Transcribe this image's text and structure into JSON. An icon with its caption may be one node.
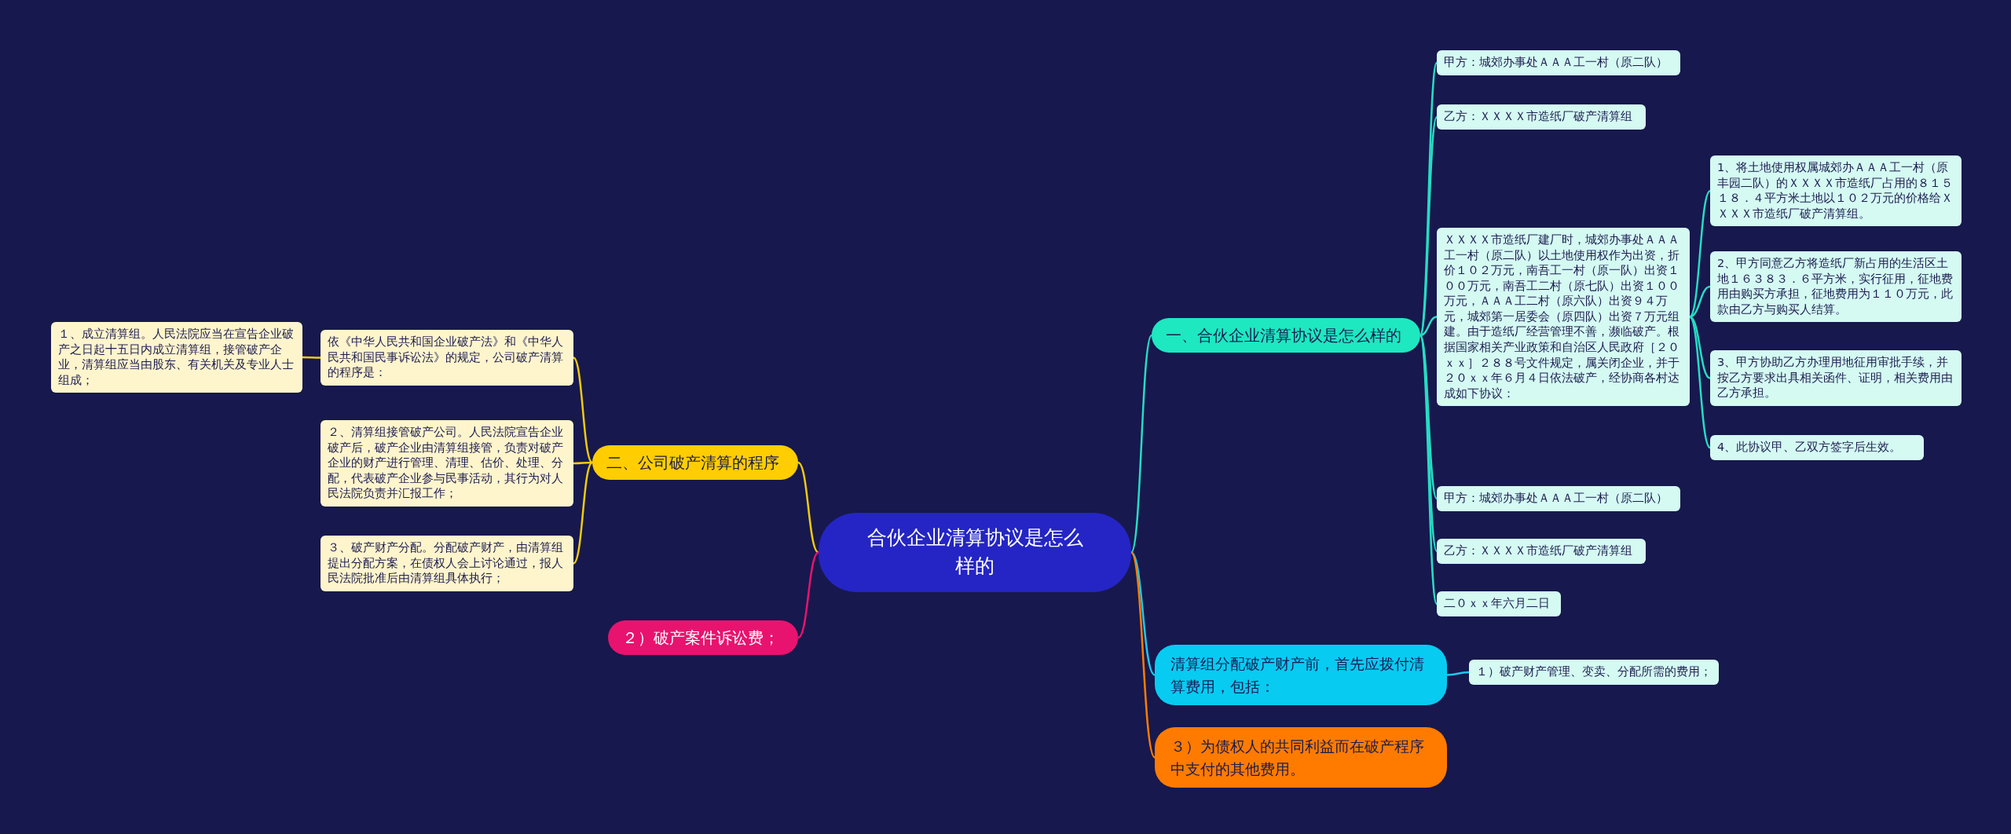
{
  "diagram": {
    "nodes": [
      {
        "text": [
          "合伙企业清算协议是怎么样的"
        ]
      },
      {
        "text": [
          "一、合伙企业清算协议是怎么样的"
        ]
      },
      {
        "text": [
          "甲方：城郊办事处ＡＡＡ工一村（原二队）"
        ]
      },
      {
        "text": [
          "乙方：ＸＸＸＸ市造纸厂破产清算组"
        ]
      },
      {
        "text": [
          "ＸＸＸＸ市造纸厂建厂时，城郊办事处ＡＡＡ工一村（原二队）以土地使用权作为出资，折价１０２万元，南吾工一村（原一队）出资１００万元，南吾工二村（原七队）出资１００万元，ＡＡＡ工二村（原六队）出资９４万元，城郊第一居委会（原四队）出资７万元组建。由于造纸厂经营管理不善，濒临破产。根据国家相关产业政策和自治区人民政府［２０ｘｘ］２８８号文件规定，属关闭企业，并于２０ｘｘ年６月４日依法破产，经协商各村达成如下协议："
        ]
      },
      {
        "text": [
          "1、将土地使用权属城郊办ＡＡＡ工一村（原丰园二队）的ＸＸＸＸ市造纸厂占用的８１５１８．４平方米土地以１０２万元的价格给ＸＸＸＸ市造纸厂破产清算组。"
        ]
      },
      {
        "text": [
          "2、甲方同意乙方将造纸厂新占用的生活区土地１６３８３．６平方米，实行征用，征地费用由购买方承担，征地费用为１１０万元，此款由乙方与购买人结算。"
        ]
      },
      {
        "text": [
          "3、甲方协助乙方办理用地征用审批手续，并按乙方要求出具相关函件、证明，相关费用由乙方承担。"
        ]
      },
      {
        "text": [
          "4、此协议甲、乙双方签字后生效。"
        ]
      },
      {
        "text": [
          "甲方：城郊办事处ＡＡＡ工一村（原二队）"
        ]
      },
      {
        "text": [
          "乙方：ＸＸＸＸ市造纸厂破产清算组"
        ]
      },
      {
        "text": [
          "二０ｘｘ年六月二日"
        ]
      },
      {
        "text": [
          "清算组分配破产财产前，首先应拨付清算费用，包括："
        ]
      },
      {
        "text": [
          "１）破产财产管理、变卖、分配所需的费用；"
        ]
      },
      {
        "text": [
          "３）为债权人的共同利益而在破产程序中支付的其他费用。"
        ]
      },
      {
        "text": [
          "二、公司破产清算的程序"
        ]
      },
      {
        "text": [
          "依《中华人民共和国企业破产法》和《中华人民共和国民事诉讼法》的规定，公司破产清算的程序是："
        ]
      },
      {
        "text": [
          "１、成立清算组。人民法院应当在宣告企业破产之日起十五日内成立清算组，接管破产企业，清算组应当由股东、有关机关及专业人士组成；"
        ]
      },
      {
        "text": [
          "２、清算组接管破产公司。人民法院宣告企业破产后，破产企业由清算组接管，负责对破产企业的财产进行管理、清理、估价、处理、分配，代表破产企业参与民事活动，其行为对人民法院负责并汇报工作；"
        ]
      },
      {
        "text": [
          "３、破产财产分配。分配破产财产，由清算组提出分配方案，在债权人会上讨论通过，报人民法院批准后由清算组具体执行；"
        ]
      },
      {
        "text": [
          "２）破产案件诉讼费；"
        ]
      }
    ],
    "edges": [
      {
        "from": 0,
        "to": 1,
        "arrow": "none"
      },
      {
        "from": 1,
        "to": 2,
        "arrow": "none"
      },
      {
        "from": 1,
        "to": 3,
        "arrow": "none"
      },
      {
        "from": 1,
        "to": 4,
        "arrow": "none"
      },
      {
        "from": 4,
        "to": 5,
        "arrow": "none"
      },
      {
        "from": 4,
        "to": 6,
        "arrow": "none"
      },
      {
        "from": 4,
        "to": 7,
        "arrow": "none"
      },
      {
        "from": 4,
        "to": 8,
        "arrow": "none"
      },
      {
        "from": 1,
        "to": 9,
        "arrow": "none"
      },
      {
        "from": 1,
        "to": 10,
        "arrow": "none"
      },
      {
        "from": 1,
        "to": 11,
        "arrow": "none"
      },
      {
        "from": 0,
        "to": 12,
        "arrow": "none",
        "color": "#1ec8f0"
      },
      {
        "from": 12,
        "to": 13,
        "arrow": "none",
        "color": "#1ec8f0"
      },
      {
        "from": 0,
        "to": 14,
        "arrow": "none",
        "color": "#ff7d00"
      },
      {
        "from": 0,
        "to": 15,
        "arrow": "none",
        "color": "#f2cc0c"
      },
      {
        "from": 15,
        "to": 16,
        "arrow": "none",
        "color": "#f2cc0c"
      },
      {
        "from": 16,
        "to": 17,
        "arrow": "none",
        "color": "#f2cc0c"
      },
      {
        "from": 15,
        "to": 18,
        "arrow": "none",
        "color": "#f2cc0c"
      },
      {
        "from": 15,
        "to": 19,
        "arrow": "none",
        "color": "#f2cc0c"
      },
      {
        "from": 0,
        "to": 20,
        "arrow": "none",
        "color": "#e8136f"
      }
    ]
  }
}
